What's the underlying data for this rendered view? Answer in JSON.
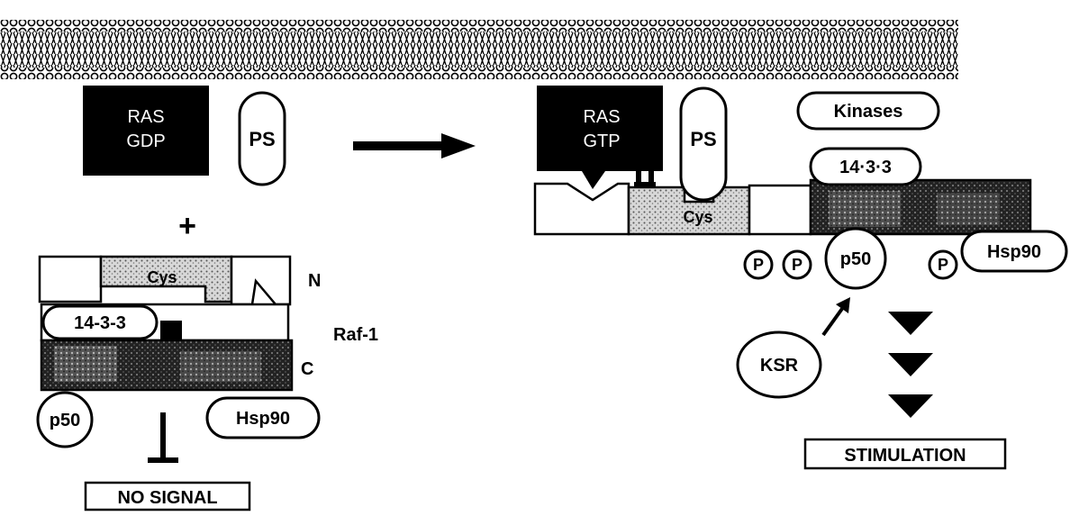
{
  "left_panel": {
    "ras_line1": "RAS",
    "ras_line2": "GDP",
    "ps": "PS",
    "plus": "+",
    "cys": "Cys",
    "n_label": "N",
    "c_label": "C",
    "raf_label": "Raf-1",
    "protein_1433": "14-3-3",
    "p50": "p50",
    "hsp90": "Hsp90",
    "outcome": "NO SIGNAL"
  },
  "right_panel": {
    "ras_line1": "RAS",
    "ras_line2": "GTP",
    "ps": "PS",
    "kinases": "Kinases",
    "protein_1433": "14·3·3",
    "cys": "Cys",
    "phospho": "P",
    "p50": "p50",
    "hsp90": "Hsp90",
    "ksr": "KSR",
    "outcome": "STIMULATION"
  },
  "colors": {
    "ink": "#000000",
    "paper": "#ffffff",
    "membrane": "#555555",
    "stipple": "#9a9a9a"
  }
}
